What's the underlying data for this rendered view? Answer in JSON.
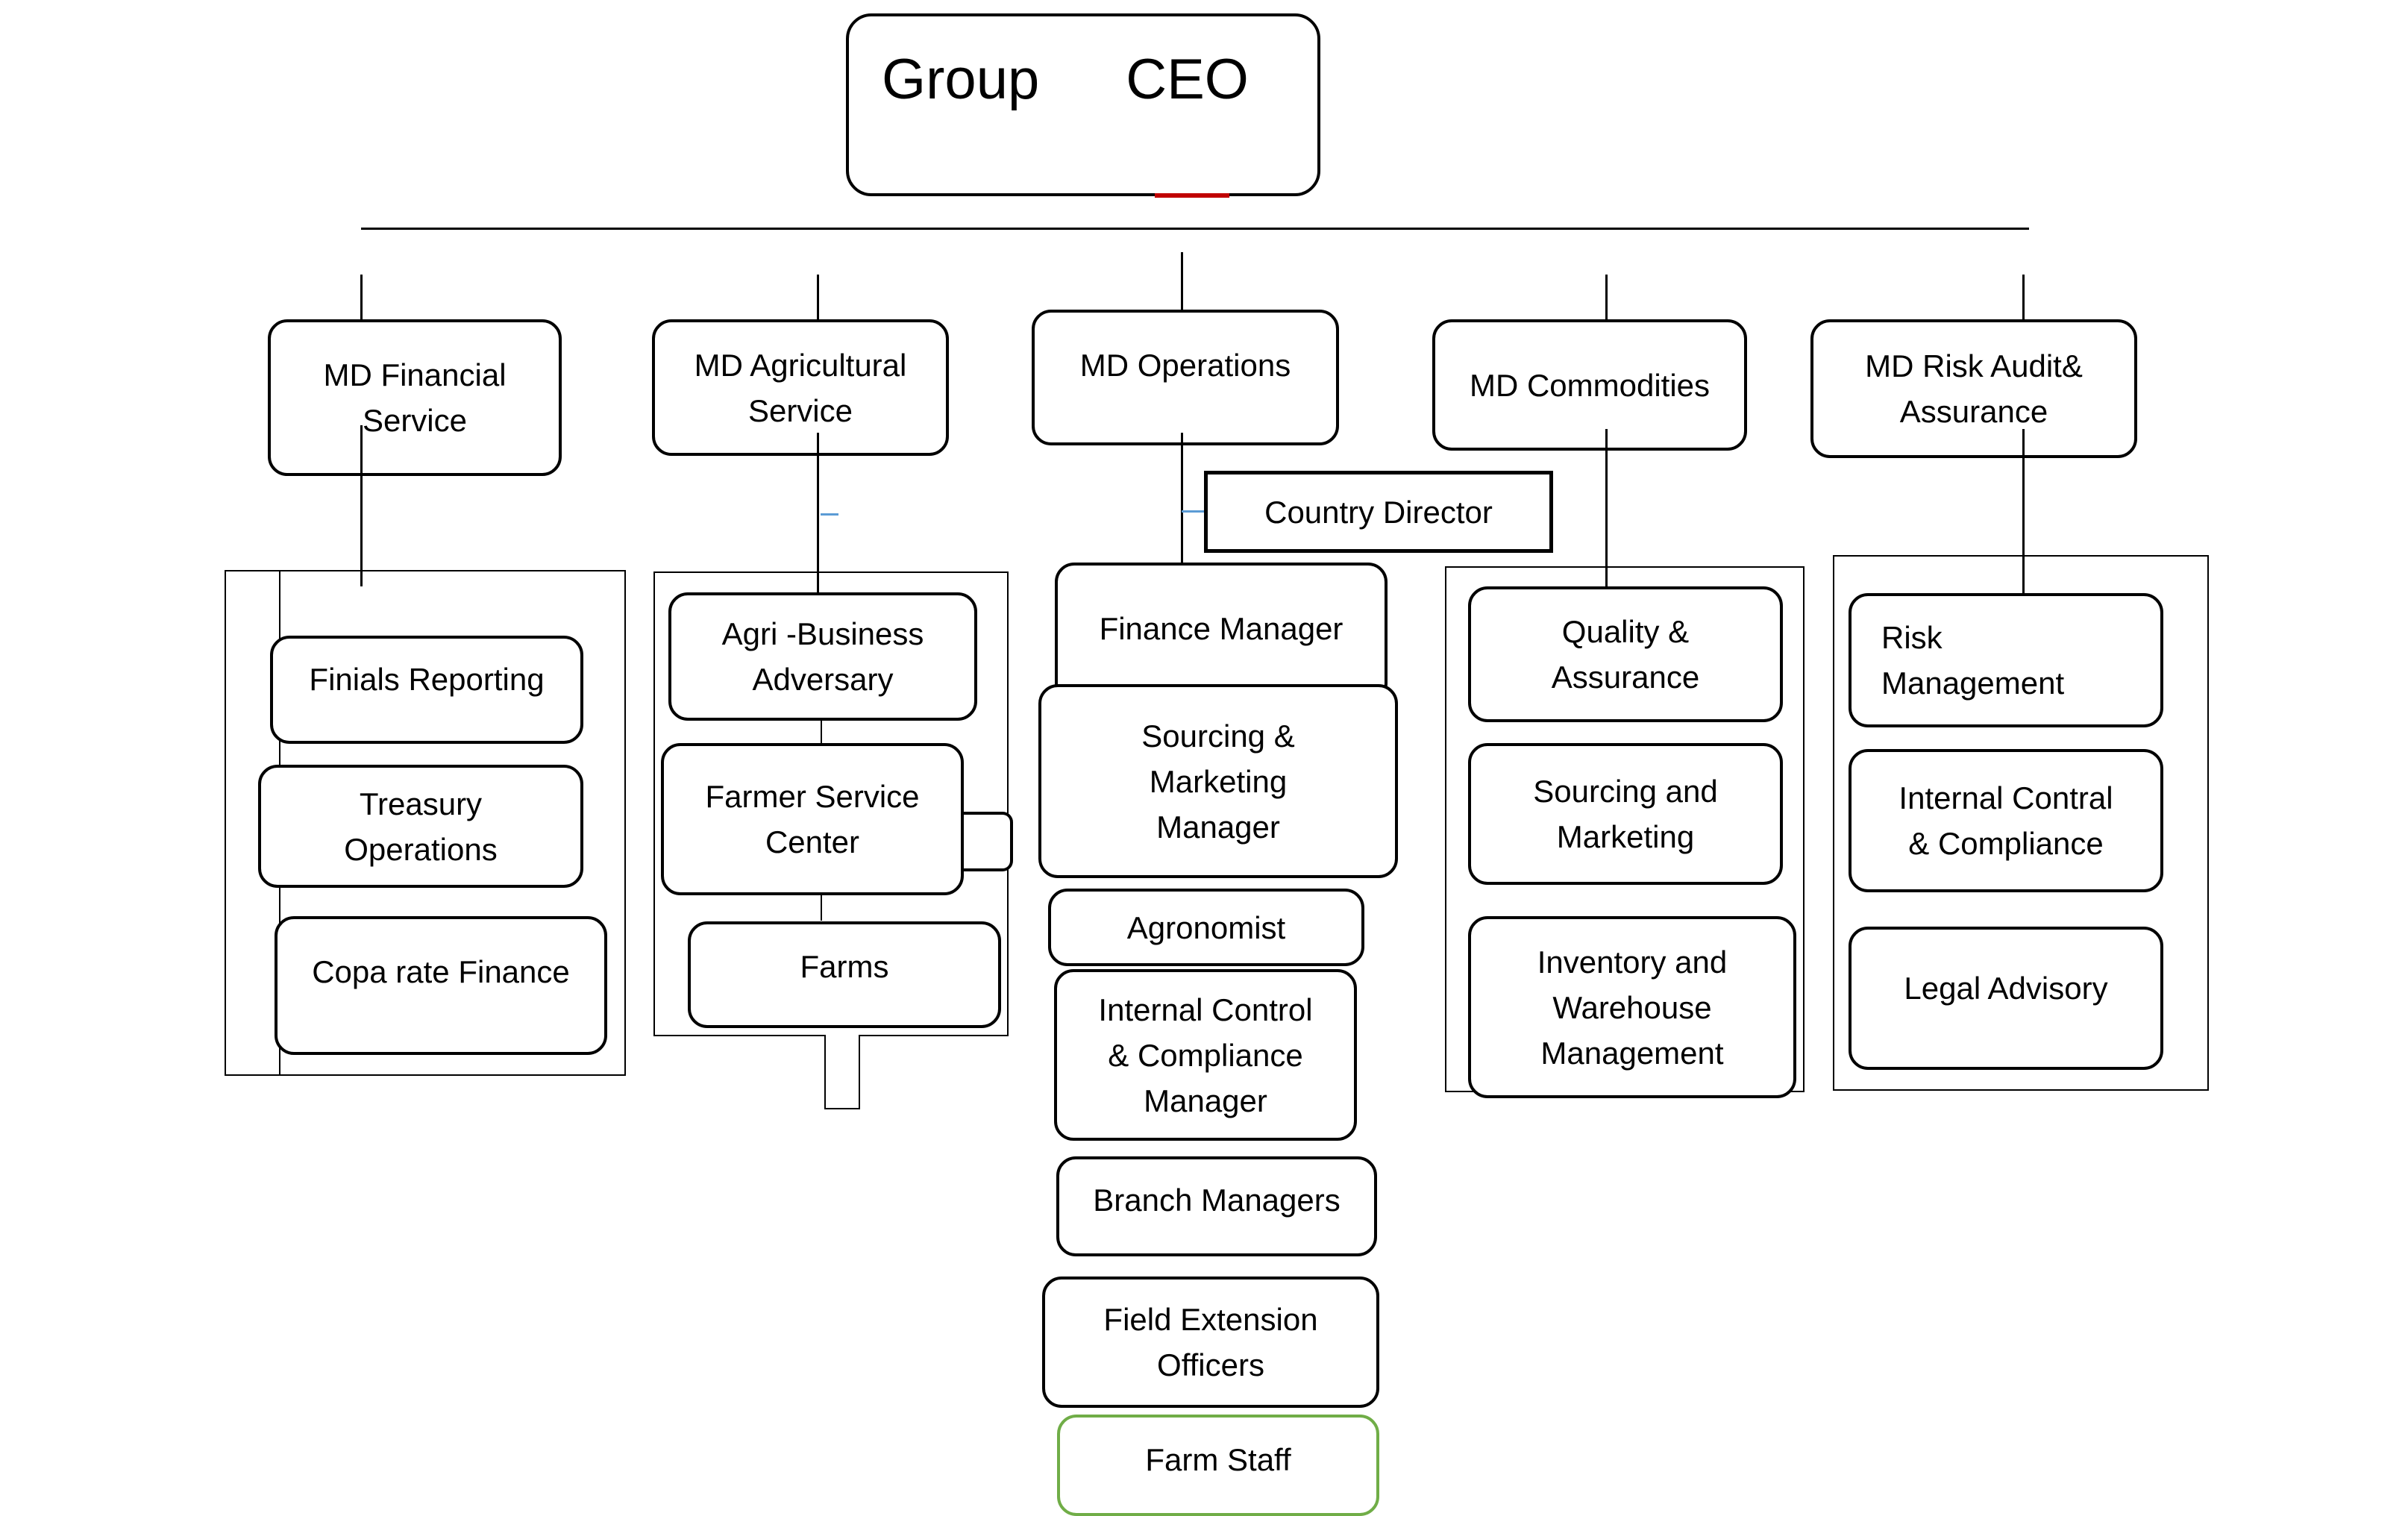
{
  "chart": {
    "ceo": {
      "word1": "Group",
      "word2": "CEO"
    },
    "divisions": {
      "financial": {
        "head": "MD    Financial\nService",
        "units": [
          "Finials Reporting",
          "Treasury\nOperations",
          "Copa rate Finance"
        ]
      },
      "agricultural": {
        "head": "MD Agricultural\nService",
        "units": [
          "Agri -Business\nAdversary",
          "Farmer Service\nCenter",
          "Farms"
        ]
      },
      "operations": {
        "head": "MD Operations",
        "country_director": "Country Director",
        "units": [
          "Finance Manager",
          "Sourcing &\nMarketing\nManager",
          "Agronomist",
          "Internal Control\n& Compliance\nManager",
          "Branch Managers",
          "Field Extension\nOfficers",
          "Farm Staff"
        ]
      },
      "commodities": {
        "head": "MD Commodities",
        "units": [
          "Quality &\nAssurance",
          "Sourcing and\nMarketing",
          "Inventory and\nWarehouse\nManagement"
        ]
      },
      "risk": {
        "head": "MD Risk Audit&\nAssurance",
        "units": [
          "Risk\nManagement",
          "Internal Contral\n& Compliance",
          "Legal Advisory"
        ]
      }
    }
  },
  "colors": {
    "line": "#000000",
    "farm_staff_border": "#70ad47",
    "ceo_accent": "#c00000",
    "connector_accent": "#5b9bd5"
  }
}
